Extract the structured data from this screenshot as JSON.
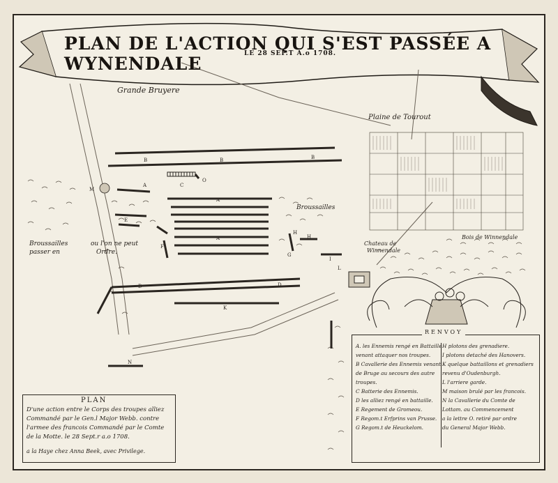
{
  "map": {
    "title": "PLAN DE L'ACTION QUI S'EST PASSÉE A WYNENDALE",
    "subtitle": "LE 28 SEP.T A.o 1708.",
    "places": {
      "grande_bruyere": "Grande Bruyere",
      "plaine_tourout": "Plaine de Tourout",
      "broussailles_center": "Broussailles",
      "broussailles_left_1": "Broussailles",
      "broussailles_left_2": "passer en",
      "colonne_1": "ou l'on ne peut",
      "colonne_2": "Ordre.",
      "chateau_1": "Chateau de",
      "chateau_2": "Winnendale",
      "bois": "Bois de Winnendale"
    },
    "unit_letters": {
      "b1": "B",
      "b2": "B",
      "b3": "B",
      "c": "C",
      "o": "O",
      "a1": "A",
      "a2": "A",
      "a3": "A",
      "m": "M",
      "e": "E",
      "f": "F",
      "h1": "H",
      "h2": "H",
      "g": "G",
      "i": "I",
      "d1": "D",
      "d2": "D",
      "k": "K",
      "n": "N",
      "l": "L"
    }
  },
  "plan_box": {
    "heading": "PLAN",
    "lines": [
      "D'une action entre le Corps des troupes alliez",
      "Commandé par le Gen.l Major Webb. contre",
      "l'armee des francois Commandé par le Comte",
      "de la Motte. le 28 Sept.r a.o 1708.",
      "a la Haye chez Anna Beek, avec Privilege."
    ]
  },
  "renvoy": {
    "heading": "RENVOY",
    "left": [
      "A. les Ennemis rengé en Battaille",
      "venant attaquer nos troupes.",
      "B Cavallerie des Ennemis venant",
      "de Bruge au secours des autre",
      "troupes.",
      "C Batterie des Ennemis.",
      "D les alliez rengé en battaille.",
      "E Regement de Gromeou.",
      "F Regom.t Erfprins van Prusse.",
      "G Regom.t de Heuckelom."
    ],
    "right": [
      "H plotons des grenadiere.",
      "I plotons detaché des Hanovers.",
      "K quelque battaillons et grenadiers",
      "revenu d'Oudenburgh.",
      "L l'arriere garde.",
      "M maison brulé par les francois.",
      "N la Cavallerie du Comte de",
      "Lottam. au Commencement",
      "a la lettre O. retiré par ordre",
      "du General Major Webb."
    ]
  },
  "colors": {
    "ink": "#221d18",
    "paper": "#f3efe4",
    "margin": "#ece6d8"
  }
}
